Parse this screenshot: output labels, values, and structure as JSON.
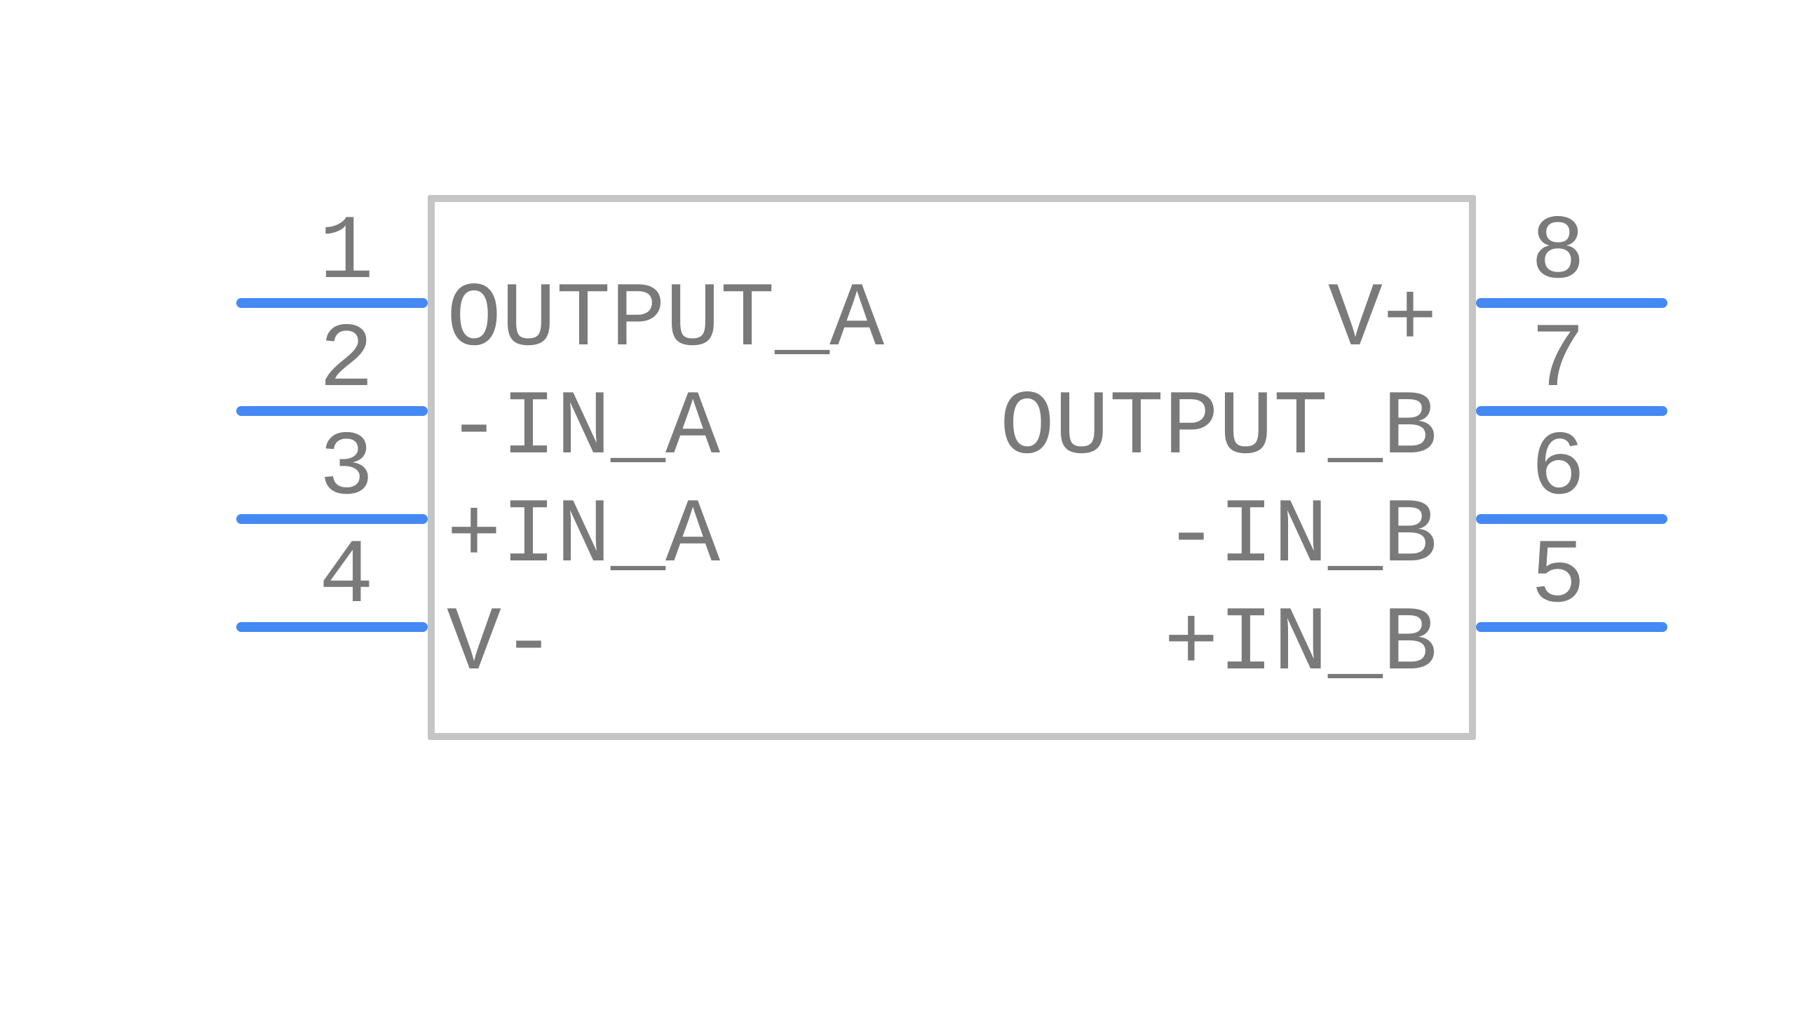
{
  "symbol": {
    "kind": "schematic-symbol-preview",
    "colors": {
      "pin": "#4589f4",
      "border": "#c5c5c5",
      "text": "#7a7a7a",
      "background": "#ffffff"
    },
    "pins": {
      "left": [
        {
          "number": "1",
          "name": "OUTPUT_A"
        },
        {
          "number": "2",
          "name": "-IN_A"
        },
        {
          "number": "3",
          "name": "+IN_A"
        },
        {
          "number": "4",
          "name": "V-"
        }
      ],
      "right": [
        {
          "number": "8",
          "name": "V+"
        },
        {
          "number": "7",
          "name": "OUTPUT_B"
        },
        {
          "number": "6",
          "name": "-IN_B"
        },
        {
          "number": "5",
          "name": "+IN_B"
        }
      ]
    }
  }
}
